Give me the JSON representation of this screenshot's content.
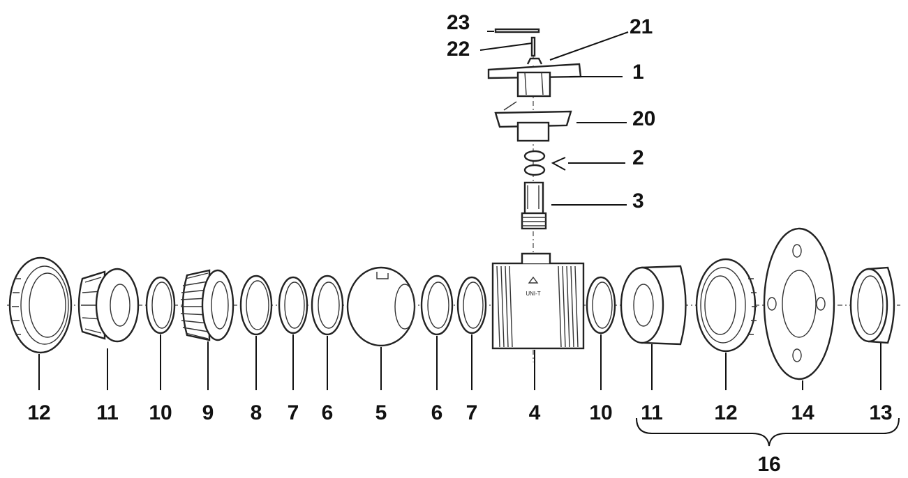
{
  "parts": {
    "n1": "1",
    "n2": "2",
    "n3": "3",
    "n4": "4",
    "n5": "5",
    "n6a": "6",
    "n6b": "6",
    "n7a": "7",
    "n7b": "7",
    "n8": "8",
    "n9": "9",
    "n10a": "10",
    "n10b": "10",
    "n11a": "11",
    "n11b": "11",
    "n12a": "12",
    "n12b": "12",
    "n13": "13",
    "n14": "14",
    "n16": "16",
    "n20": "20",
    "n21": "21",
    "n22": "22",
    "n23": "23"
  },
  "body_marking": "UNI-T"
}
